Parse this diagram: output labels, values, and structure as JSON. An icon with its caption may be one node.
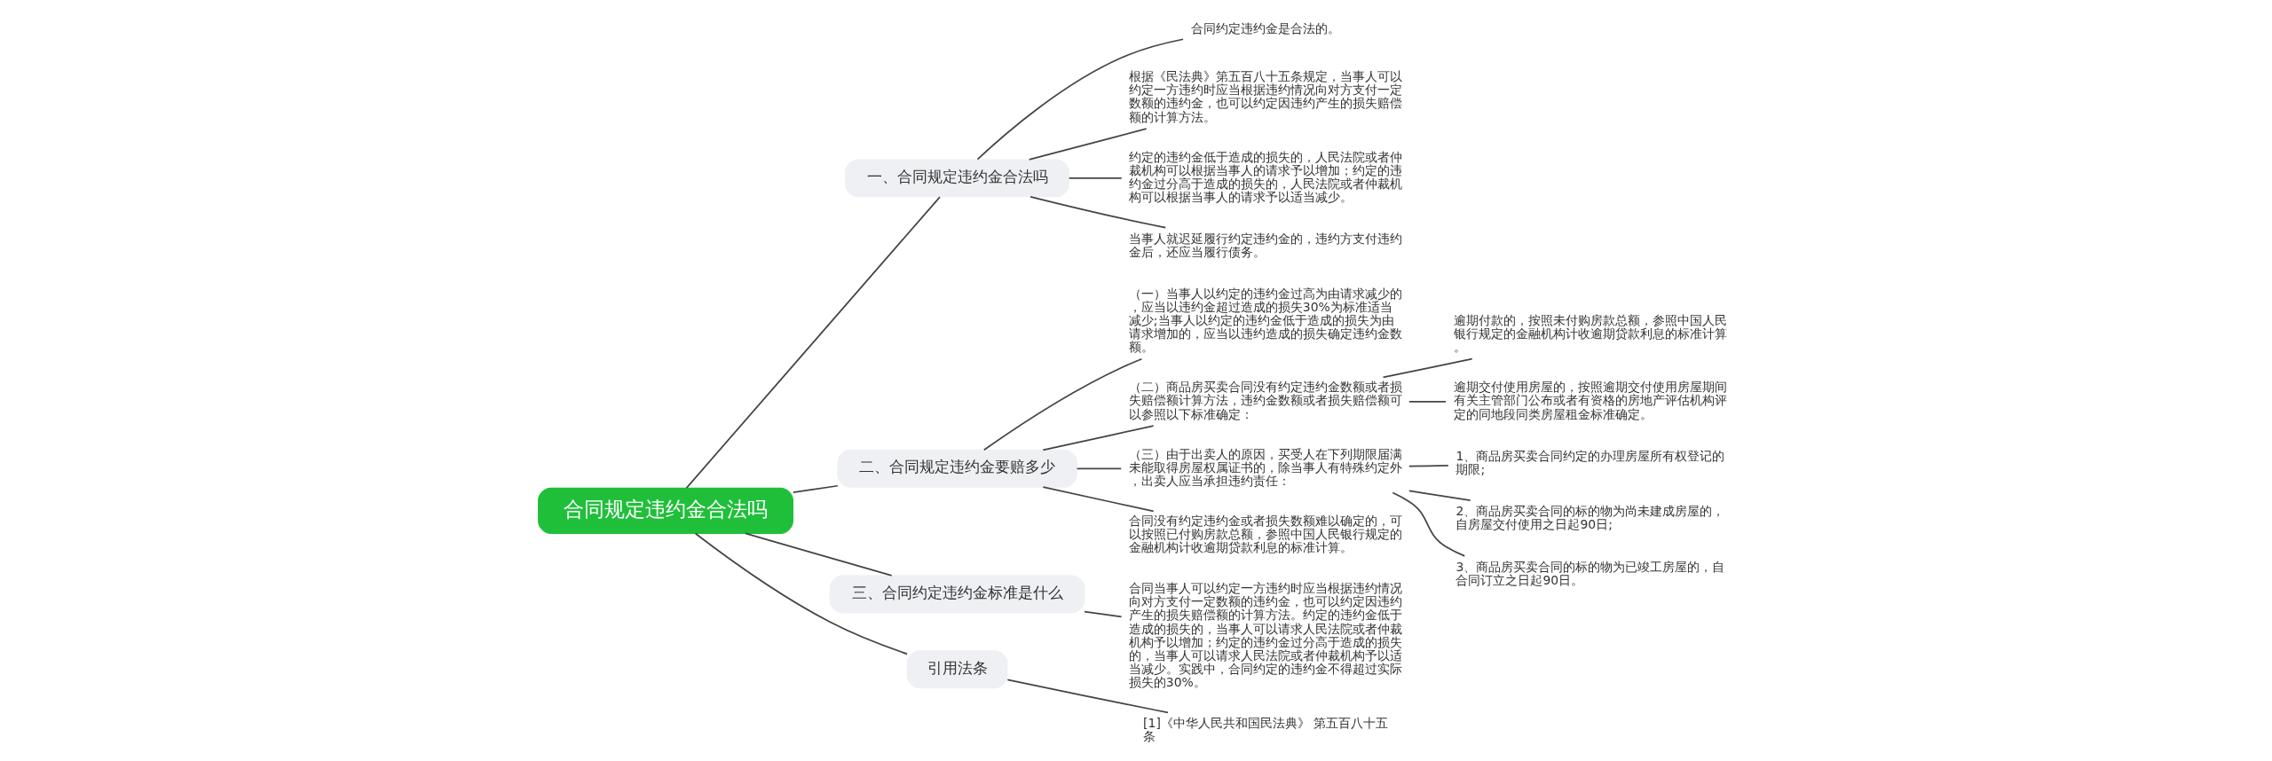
{
  "diagram": {
    "nodes": [
      {
        "text": [
          "合同规定违约金合法吗"
        ]
      },
      {
        "text": [
          "一、合同规定违约金合法吗"
        ]
      },
      {
        "text": [
          "合同约定违约金是合法的。"
        ]
      },
      {
        "text": [
          "根据《民法典》第五百八十五条规定，当事人可以约定一方违约时应当根据违约情况向对方支付一定数额的违约金，也可以约定因违约产生的损失赔偿额的计算方法。"
        ]
      },
      {
        "text": [
          "约定的违约金低于造成的损失的，人民法院或者仲裁机构可以根据当事人的请求予以增加；约定的违约金过分高于造成的损失的，人民法院或者仲裁机构可以根据当事人的请求予以适当减少。"
        ]
      },
      {
        "text": [
          "当事人就迟延履行约定违约金的，违约方支付违约金后，还应当履行债务。"
        ]
      },
      {
        "text": [
          "二、合同规定违约金要赔多少"
        ]
      },
      {
        "text": [
          "（一）当事人以约定的违约金过高为由请求减少的，应当以违约金超过造成的损失30%为标准适当减少;当事人以约定的违约金低于造成的损失为由请求增加的，应当以违约造成的损失确定违约金数额。"
        ]
      },
      {
        "text": [
          "（二）商品房买卖合同没有约定违约金数额或者损失赔偿额计算方法，违约金数额或者损失赔偿额可以参照以下标准确定："
        ]
      },
      {
        "text": [
          "逾期付款的，按照未付购房款总额，参照中国人民银行规定的金融机构计收逾期贷款利息的标准计算。"
        ]
      },
      {
        "text": [
          "逾期交付使用房屋的，按照逾期交付使用房屋期间有关主管部门公布或者有资格的房地产评估机构评定的同地段同类房屋租金标准确定。"
        ]
      },
      {
        "text": [
          "（三）由于出卖人的原因，买受人在下列期限届满未能取得房屋权属证书的，除当事人有特殊约定外，出卖人应当承担违约责任："
        ]
      },
      {
        "text": [
          "1、商品房买卖合同约定的办理房屋所有权登记的期限;"
        ]
      },
      {
        "text": [
          "2、商品房买卖合同的标的物为尚未建成房屋的，自房屋交付使用之日起90日;"
        ]
      },
      {
        "text": [
          "3、商品房买卖合同的标的物为已竣工房屋的，自合同订立之日起90日。"
        ]
      },
      {
        "text": [
          "合同没有约定违约金或者损失数额难以确定的，可以按照已付购房款总额，参照中国人民银行规定的金融机构计收逾期贷款利息的标准计算。"
        ]
      },
      {
        "text": [
          "三、合同约定违约金标准是什么"
        ]
      },
      {
        "text": [
          "合同当事人可以约定一方违约时应当根据违约情况向对方支付一定数额的违约金，也可以约定因违约产生的损失赔偿额的计算方法。约定的违约金低于造成的损失的，当事人可以请求人民法院或者仲裁机构予以增加；约定的违约金过分高于造成的损失的，当事人可以请求人民法院或者仲裁机构予以适当减少。实践中，合同约定的违约金不得超过实际损失的30%。"
        ]
      },
      {
        "text": [
          "引用法条"
        ]
      },
      {
        "text": [
          "[1]《中华人民共和国民法典》 第五百八十五条"
        ]
      }
    ],
    "edges": [
      {
        "from": 0,
        "to": 1,
        "arrow": "none"
      },
      {
        "from": 1,
        "to": 2,
        "arrow": "none"
      },
      {
        "from": 1,
        "to": 3,
        "arrow": "none"
      },
      {
        "from": 1,
        "to": 4,
        "arrow": "none"
      },
      {
        "from": 1,
        "to": 5,
        "arrow": "none"
      },
      {
        "from": 0,
        "to": 6,
        "arrow": "none"
      },
      {
        "from": 6,
        "to": 7,
        "arrow": "none"
      },
      {
        "from": 6,
        "to": 8,
        "arrow": "none"
      },
      {
        "from": 8,
        "to": 9,
        "arrow": "none"
      },
      {
        "from": 8,
        "to": 10,
        "arrow": "none"
      },
      {
        "from": 6,
        "to": 11,
        "arrow": "none"
      },
      {
        "from": 11,
        "to": 12,
        "arrow": "none"
      },
      {
        "from": 11,
        "to": 13,
        "arrow": "none"
      },
      {
        "from": 11,
        "to": 14,
        "arrow": "none"
      },
      {
        "from": 6,
        "to": 15,
        "arrow": "none"
      },
      {
        "from": 0,
        "to": 16,
        "arrow": "none"
      },
      {
        "from": 16,
        "to": 17,
        "arrow": "none"
      },
      {
        "from": 0,
        "to": 18,
        "arrow": "none"
      },
      {
        "from": 18,
        "to": 19,
        "arrow": "none"
      }
    ]
  }
}
